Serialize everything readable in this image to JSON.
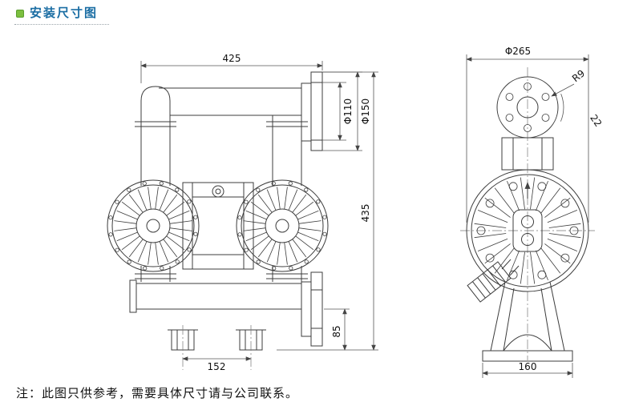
{
  "page": {
    "title": "安装尺寸图",
    "note": "注：此图只供参考，需要具体尺寸请与公司联系。"
  },
  "colors": {
    "title_blue": "#1a6da3",
    "bullet_green": "#7cbf3f",
    "drawing_line": "#3c3c3c"
  },
  "side_view": {
    "dim_overall_width": "425",
    "dim_flange_bolt_circle": "Φ110",
    "dim_flange_outer": "Φ150",
    "dim_overall_height": "435",
    "dim_base_height": "85",
    "dim_foot_spacing": "152"
  },
  "front_view": {
    "dim_pump_diameter": "Φ265",
    "dim_bolt_hole_radius": "R9",
    "dim_bolt_angle": "22",
    "dim_base_width": "160"
  }
}
